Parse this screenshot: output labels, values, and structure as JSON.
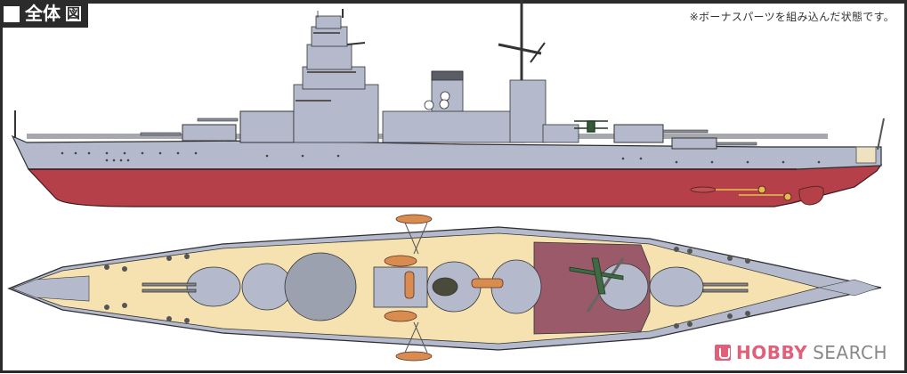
{
  "header": {
    "title_main": "全体",
    "title_boxed": "図",
    "note": "※ボーナスパーツを組み込んだ状態です。"
  },
  "watermark": {
    "brand_primary": "HOBBY",
    "brand_secondary": "SEARCH",
    "icon": "hobby-search-logo-icon"
  },
  "figures": [
    {
      "id": "side-profile",
      "label": "Side elevation of battleship (bow left, stern right)"
    },
    {
      "id": "top-plan",
      "label": "Plan view of battleship deck"
    }
  ],
  "colors": {
    "hull_red": "#B5404A",
    "hull_grey": "#B4BACB",
    "deck_wood": "#F5E2B0",
    "aft_deck": "#9A5A6A",
    "outline": "#2E2E33",
    "frame": "#2B2B2B",
    "brand_pink": "#E0607A"
  }
}
